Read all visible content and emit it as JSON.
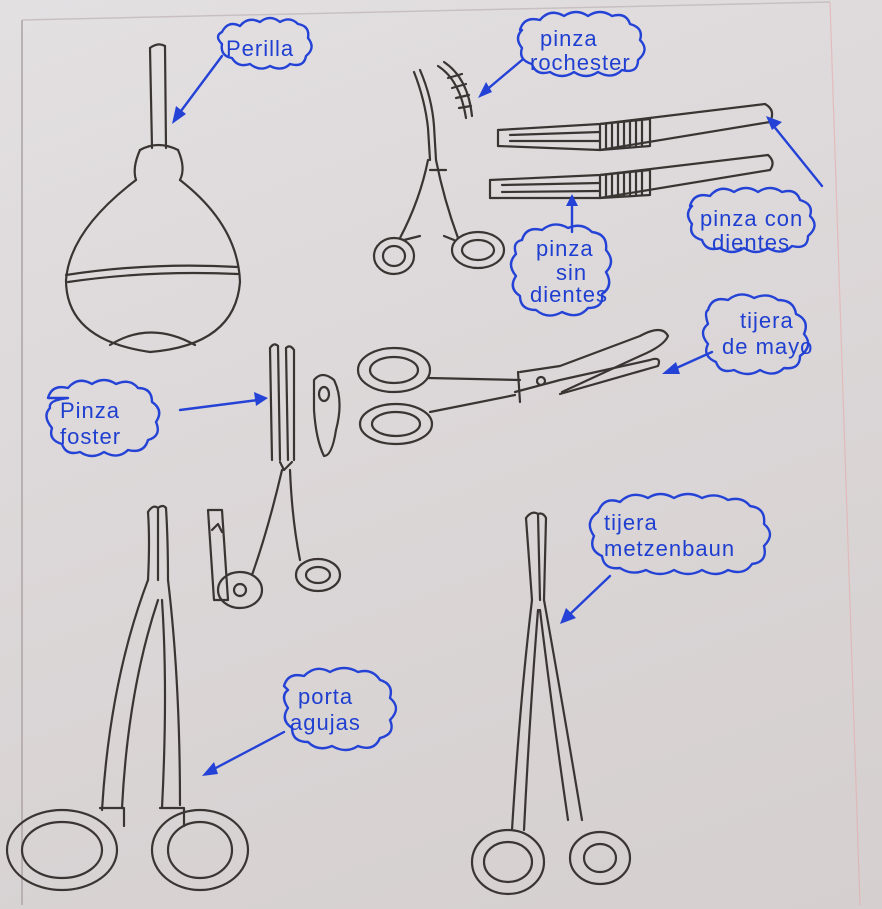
{
  "labels": {
    "pera": "Perilla",
    "rochester": [
      "pinza",
      "rochester"
    ],
    "con_dientes": [
      "pinza con",
      "dientes"
    ],
    "sin_dientes": [
      "pinza",
      "sin",
      "dientes"
    ],
    "mayo": [
      "tijera",
      "de mayo"
    ],
    "foster": [
      "Pinza",
      "foster"
    ],
    "metzenbaum": [
      "tijera",
      "metzenbaun"
    ],
    "porta": [
      "porta",
      "agujas"
    ]
  },
  "colors": {
    "paper": "#dcd7d8",
    "ink_pencil": "#3a3433",
    "ink_blue": "#2443d6"
  }
}
